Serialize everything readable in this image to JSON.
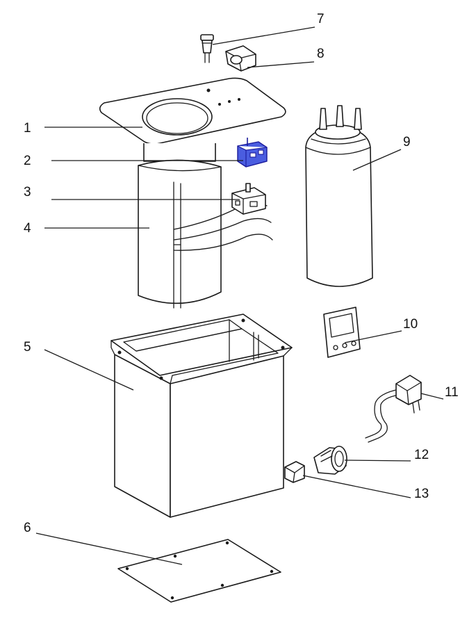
{
  "parts": [
    {
      "id": "part-1",
      "number": "1"
    },
    {
      "id": "part-2",
      "number": "2"
    },
    {
      "id": "part-3",
      "number": "3"
    },
    {
      "id": "part-4",
      "number": "4"
    },
    {
      "id": "part-5",
      "number": "5"
    },
    {
      "id": "part-6",
      "number": "6"
    },
    {
      "id": "part-7",
      "number": "7"
    },
    {
      "id": "part-8",
      "number": "8"
    },
    {
      "id": "part-9",
      "number": "9"
    },
    {
      "id": "part-10",
      "number": "10"
    },
    {
      "id": "part-11",
      "number": "11"
    },
    {
      "id": "part-12",
      "number": "12"
    },
    {
      "id": "part-13",
      "number": "13"
    }
  ],
  "colors": {
    "line": "#1a1a1a",
    "thermostat_blue": "#4a5de0",
    "background": "#ffffff"
  }
}
